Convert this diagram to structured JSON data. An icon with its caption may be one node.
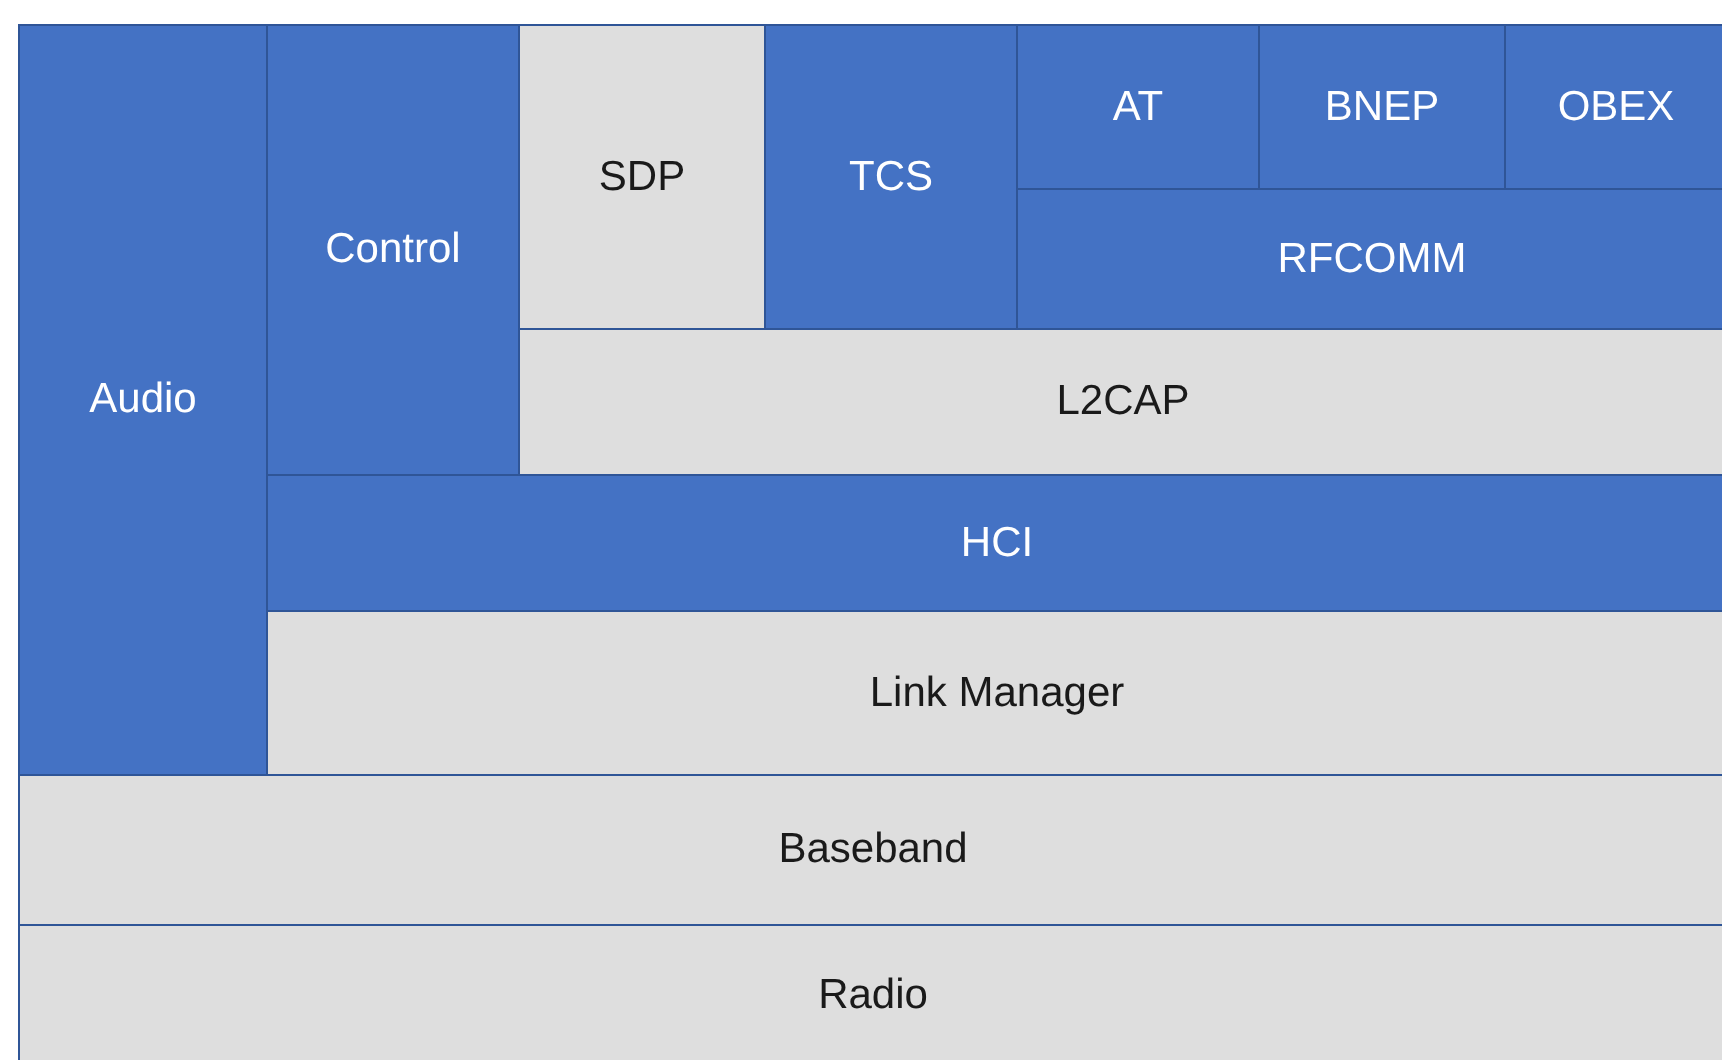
{
  "diagram": {
    "nodes": [
      {
        "text": [
          "Audio"
        ]
      },
      {
        "text": [
          "Control"
        ]
      },
      {
        "text": [
          "SDP"
        ]
      },
      {
        "text": [
          "TCS"
        ]
      },
      {
        "text": [
          "AT"
        ]
      },
      {
        "text": [
          "BNEP"
        ]
      },
      {
        "text": [
          "OBEX"
        ]
      },
      {
        "text": [
          "RFCOMM"
        ]
      },
      {
        "text": [
          "L2CAP"
        ]
      },
      {
        "text": [
          "HCI"
        ]
      },
      {
        "text": [
          "Link Manager"
        ]
      },
      {
        "text": [
          "Baseband"
        ]
      },
      {
        "text": [
          "Radio"
        ]
      }
    ]
  }
}
